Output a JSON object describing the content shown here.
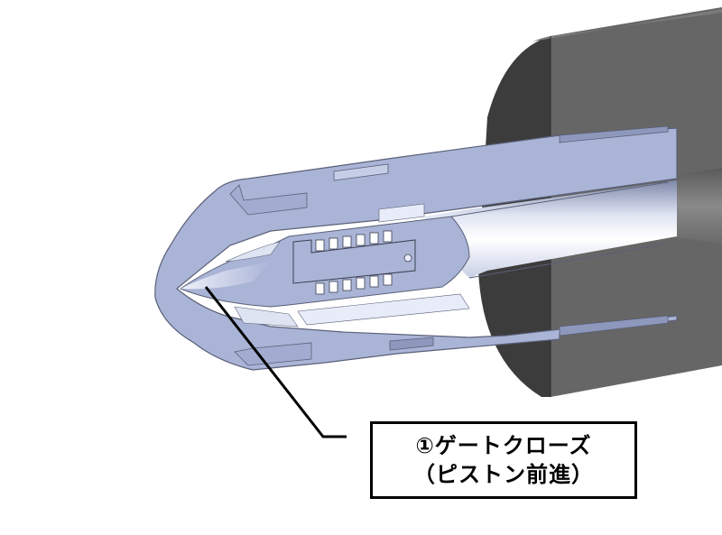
{
  "diagram": {
    "subject": "hot-runner valve gate nozzle cross-section",
    "callout": {
      "line1": "①ゲートクローズ",
      "line2": "（ピストン前進）"
    },
    "colors": {
      "background": "#ffffff",
      "nozzle_body": "#aab4d6",
      "nozzle_edge": "#5a6078",
      "nozzle_highlight": "#e8ecf8",
      "bore_light": "#f4f6fb",
      "bore_dark": "#7e88a8",
      "housing_face": "#666666",
      "housing_side": "#3c3c3c",
      "inner_pin_dark": "#6e6e6e",
      "leader_line": "#000000",
      "callout_border": "#000000"
    }
  }
}
